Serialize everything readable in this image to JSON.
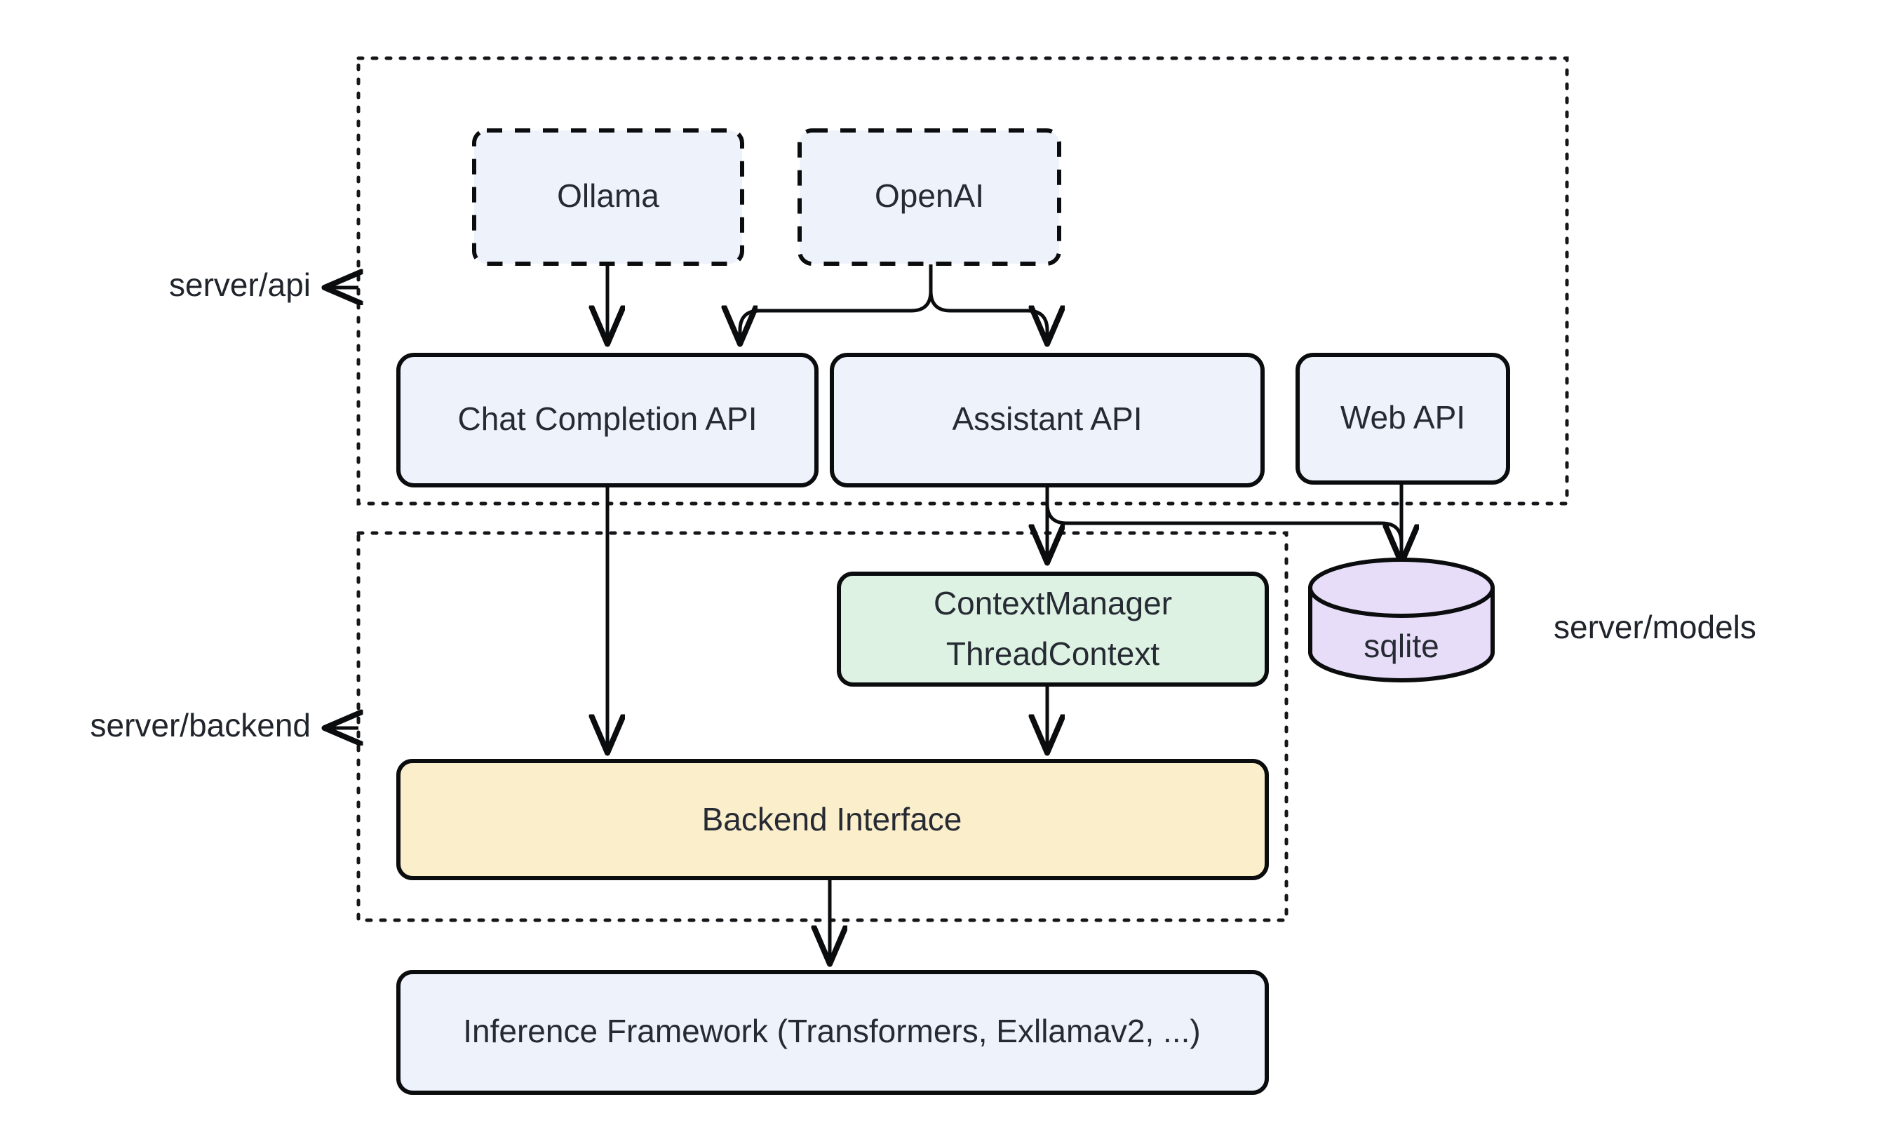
{
  "diagram": {
    "title": "Server architecture layered diagram",
    "background_color": "#ffffff",
    "edge_color": "#0b0c0e",
    "colors": {
      "node_blue_fill": "#eef2fb",
      "node_green_fill": "#ddf2e3",
      "node_yellow_fill": "#fbeecb",
      "node_purple_fill": "#e7ddf9",
      "stroke": "#0b0c0e",
      "text": "#262b33"
    },
    "clusters": [
      {
        "id": "api",
        "label": "server/api",
        "label_arrow": "left-arrow",
        "border_style": "dotted"
      },
      {
        "id": "backend",
        "label": "server/backend",
        "label_arrow": "left-arrow",
        "border_style": "dotted"
      }
    ],
    "free_labels": [
      {
        "id": "models",
        "label": "server/models"
      }
    ],
    "nodes": [
      {
        "id": "ollama",
        "label": "Ollama",
        "shape": "rounded-rect",
        "border": "dashed",
        "fill": "#eef2fb",
        "cluster": "api"
      },
      {
        "id": "openai",
        "label": "OpenAI",
        "shape": "rounded-rect",
        "border": "dashed",
        "fill": "#eef2fb",
        "cluster": "api"
      },
      {
        "id": "chat_completion_api",
        "label": "Chat Completion API",
        "shape": "rounded-rect",
        "border": "solid",
        "fill": "#eef2fb",
        "cluster": "api"
      },
      {
        "id": "assistant_api",
        "label": "Assistant API",
        "shape": "rounded-rect",
        "border": "solid",
        "fill": "#eef2fb",
        "cluster": "api"
      },
      {
        "id": "web_api",
        "label": "Web API",
        "shape": "rounded-rect",
        "border": "solid",
        "fill": "#eef2fb",
        "cluster": "api"
      },
      {
        "id": "context_manager",
        "label_line1": "ContextManager",
        "label_line2": "ThreadContext",
        "shape": "rounded-rect",
        "border": "solid",
        "fill": "#ddf2e3",
        "cluster": "backend"
      },
      {
        "id": "sqlite",
        "label": "sqlite",
        "shape": "cylinder",
        "border": "solid",
        "fill": "#e7ddf9",
        "cluster": "models"
      },
      {
        "id": "backend_interface",
        "label": "Backend Interface",
        "shape": "rounded-rect",
        "border": "solid",
        "fill": "#fbeecb",
        "cluster": "backend"
      },
      {
        "id": "inference_framework",
        "label": "Inference Framework (Transformers, Exllamav2, ...)",
        "shape": "rounded-rect",
        "border": "solid",
        "fill": "#eef2fb",
        "cluster": "none"
      }
    ],
    "edges": [
      {
        "from": "ollama",
        "to": "chat_completion_api",
        "arrow": "end"
      },
      {
        "from": "openai",
        "to": "chat_completion_api",
        "arrow": "end"
      },
      {
        "from": "openai",
        "to": "assistant_api",
        "arrow": "end"
      },
      {
        "from": "chat_completion_api",
        "to": "backend_interface",
        "arrow": "end"
      },
      {
        "from": "assistant_api",
        "to": "context_manager",
        "arrow": "end"
      },
      {
        "from": "assistant_api",
        "to": "sqlite",
        "arrow": "end"
      },
      {
        "from": "web_api",
        "to": "sqlite",
        "arrow": "end"
      },
      {
        "from": "context_manager",
        "to": "backend_interface",
        "arrow": "end"
      },
      {
        "from": "backend_interface",
        "to": "inference_framework",
        "arrow": "end"
      }
    ]
  }
}
